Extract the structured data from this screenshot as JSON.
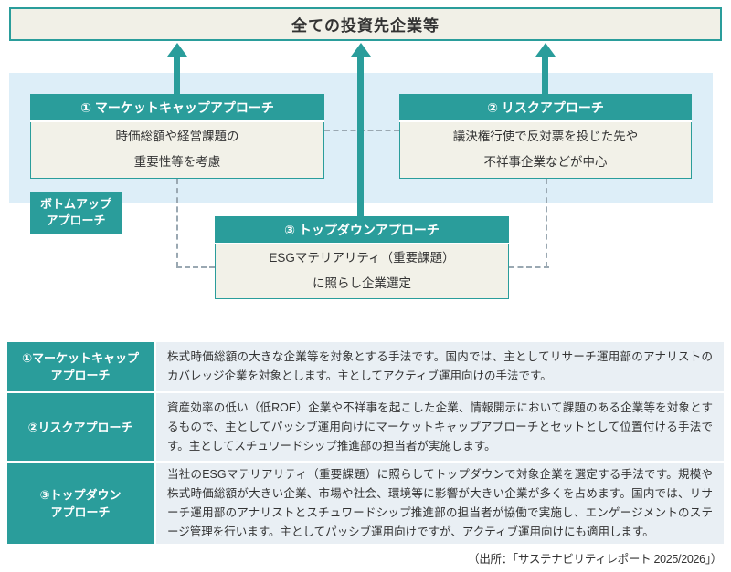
{
  "header": {
    "title": "全ての投資先企業等"
  },
  "diagram": {
    "approaches": [
      {
        "header": "① マーケットキャップアプローチ",
        "lines": [
          "時価総額や経営課題の",
          "重要性等を考慮"
        ]
      },
      {
        "header": "② リスクアプローチ",
        "lines": [
          "議決権行使で反対票を投じた先や",
          "不祥事企業などが中心"
        ]
      },
      {
        "header": "③ トップダウンアプローチ",
        "lines": [
          "ESGマテリアリティ（重要課題）",
          "に照らし企業選定"
        ]
      }
    ],
    "bottom_up_label": {
      "lines": [
        "ボトムアップ",
        "アプローチ"
      ]
    },
    "arrow_icon": "arrow-up-icon"
  },
  "table": {
    "rows": [
      {
        "label_lines": [
          "①マーケットキャップ",
          "アプローチ"
        ],
        "description": "株式時価総額の大きな企業等を対象とする手法です。国内では、主としてリサーチ運用部のアナリストのカバレッジ企業を対象とします。主としてアクティブ運用向けの手法です。"
      },
      {
        "label_lines": [
          "②リスクアプローチ"
        ],
        "description": "資産効率の低い（低ROE）企業や不祥事を起こした企業、情報開示において課題のある企業等を対象とするもので、主としてパッシブ運用向けにマーケットキャップアプローチとセットとして位置付ける手法です。主としてスチュワードシップ推進部の担当者が実施します。"
      },
      {
        "label_lines": [
          "③トップダウン",
          "アプローチ"
        ],
        "description": "当社のESGマテリアリティ（重要課題）に照らしてトップダウンで対象企業を選定する手法です。規模や株式時価総額が大きい企業、市場や社会、環境等に影響が大きい企業が多くを占めます。国内では、リサーチ運用部のアナリストとスチュワードシップ推進部の担当者が協働で実施し、エンゲージメントのステージ管理を行います。主としてパッシブ運用向けですが、アクティブ運用向けにも適用します。"
      }
    ]
  },
  "footer": {
    "source": "（出所：「サステナビリティレポート 2025/2026」）"
  },
  "colors": {
    "teal": "#2a9d9b",
    "cream": "#f2f1e8",
    "light_blue_band": "#ddeef8",
    "table_cell_bg": "#e9eff4",
    "text": "#333333",
    "dashed_line": "#9aa8b2"
  }
}
